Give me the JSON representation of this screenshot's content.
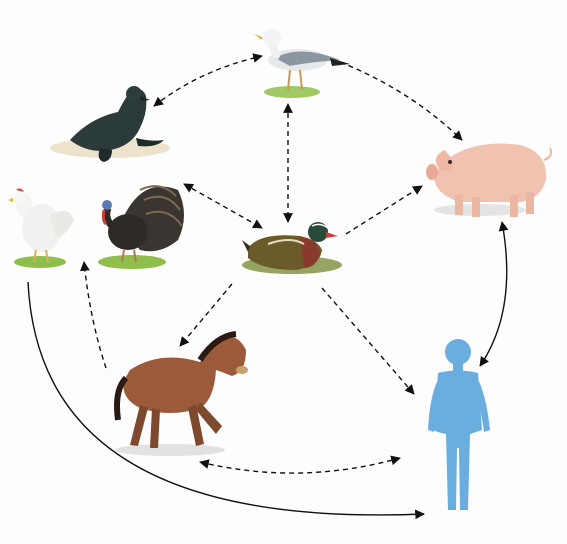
{
  "diagram": {
    "nodes": [
      {
        "id": "seagull",
        "icon": "seagull-icon"
      },
      {
        "id": "seal",
        "icon": "seal-icon"
      },
      {
        "id": "chicken",
        "icon": "chicken-icon"
      },
      {
        "id": "turkey",
        "icon": "turkey-icon"
      },
      {
        "id": "duck",
        "icon": "duck-icon"
      },
      {
        "id": "pig",
        "icon": "pig-icon"
      },
      {
        "id": "horse",
        "icon": "horse-icon"
      },
      {
        "id": "human",
        "icon": "human-figure-icon"
      }
    ],
    "edges": [
      {
        "from": "seal",
        "to": "seagull",
        "style": "dashed",
        "direction": "both"
      },
      {
        "from": "seagull",
        "to": "duck",
        "style": "dashed",
        "direction": "both"
      },
      {
        "from": "seagull",
        "to": "pig",
        "style": "dashed",
        "direction": "forward"
      },
      {
        "from": "turkey",
        "to": "duck",
        "style": "dashed",
        "direction": "both"
      },
      {
        "from": "duck",
        "to": "pig",
        "style": "dashed",
        "direction": "forward"
      },
      {
        "from": "duck",
        "to": "horse",
        "style": "dashed",
        "direction": "forward"
      },
      {
        "from": "duck",
        "to": "human",
        "style": "dashed",
        "direction": "forward"
      },
      {
        "from": "horse",
        "to": "chicken",
        "style": "dashed",
        "direction": "forward"
      },
      {
        "from": "horse",
        "to": "human",
        "style": "dashed",
        "direction": "both"
      },
      {
        "from": "pig",
        "to": "human",
        "style": "solid",
        "direction": "both"
      },
      {
        "from": "chicken",
        "to": "human",
        "style": "solid",
        "direction": "forward"
      }
    ],
    "colors": {
      "arrow": "#111111",
      "human": "#6aaee0",
      "pig": "#f2c2b0",
      "horse": "#9b5a3a",
      "grass": "#8fbf4a",
      "seal": "#2b3a3a",
      "duck": "#6b5a2a"
    }
  }
}
